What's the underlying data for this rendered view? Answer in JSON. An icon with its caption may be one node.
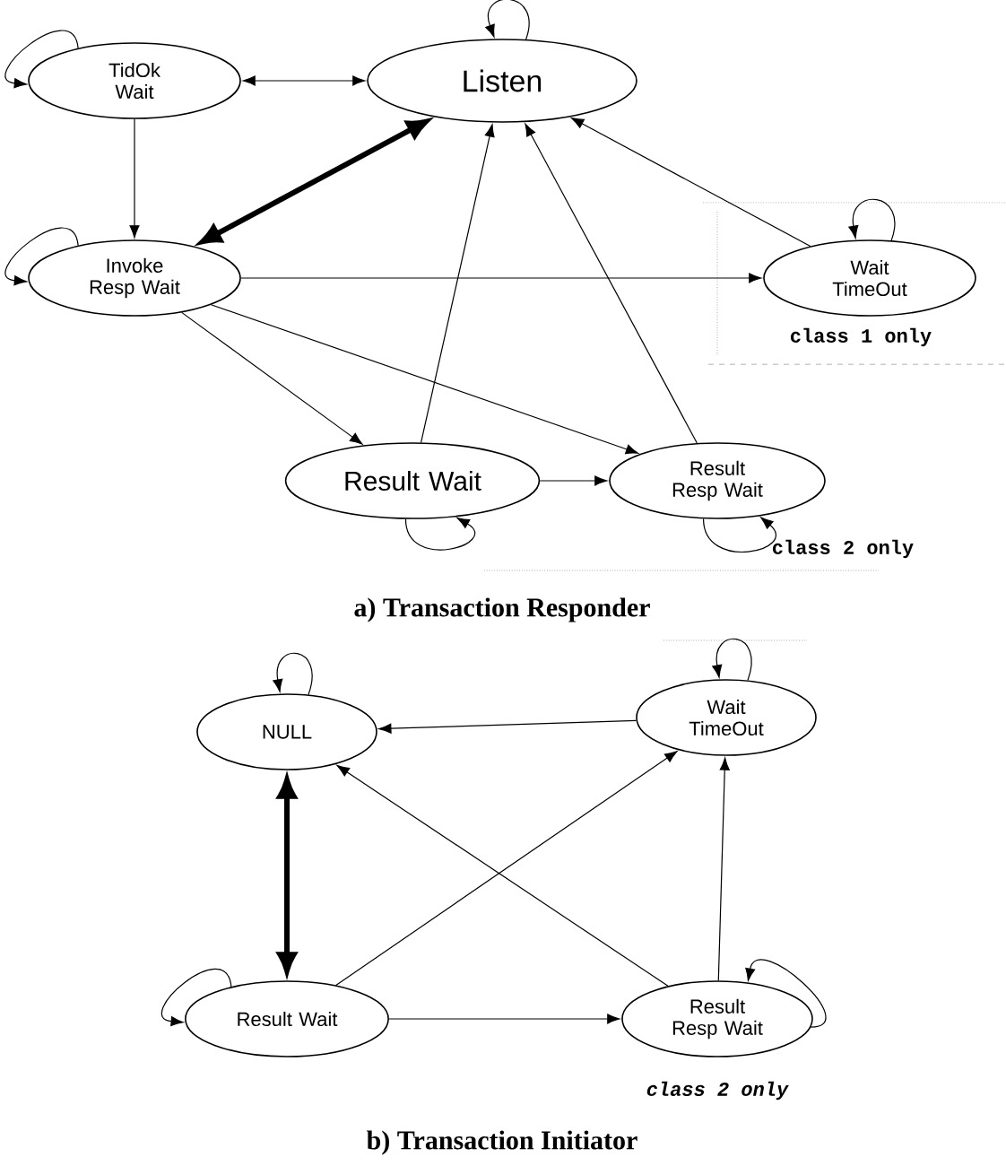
{
  "diagram": {
    "nodes": [
      {
        "text": [
          "TidOk Wait"
        ]
      },
      {
        "text": [
          "Listen"
        ]
      },
      {
        "text": [
          "Invoke Resp Wait"
        ]
      },
      {
        "text": [
          "Wait TimeOut"
        ]
      },
      {
        "text": [
          "Result Wait"
        ]
      },
      {
        "text": [
          "Result Resp Wait"
        ]
      },
      {
        "text": [
          "NULL"
        ]
      },
      {
        "text": [
          "Wait TimeOut"
        ]
      },
      {
        "text": [
          "Result Wait"
        ]
      },
      {
        "text": [
          "Result Resp Wait"
        ]
      }
    ],
    "edges": [
      {
        "from": 0,
        "to": 0,
        "arrow": "to"
      },
      {
        "from": 1,
        "to": 1,
        "arrow": "to"
      },
      {
        "from": 2,
        "to": 2,
        "arrow": "to"
      },
      {
        "from": 3,
        "to": 3,
        "arrow": "to"
      },
      {
        "from": 4,
        "to": 4,
        "arrow": "to"
      },
      {
        "from": 5,
        "to": 5,
        "arrow": "to"
      },
      {
        "from": 0,
        "to": 1,
        "arrow": "both"
      },
      {
        "from": 0,
        "to": 2,
        "arrow": "to"
      },
      {
        "from": 1,
        "to": 2,
        "arrow": "both",
        "style": "thick"
      },
      {
        "from": 2,
        "to": 3,
        "arrow": "to"
      },
      {
        "from": 2,
        "to": 4,
        "arrow": "to"
      },
      {
        "from": 2,
        "to": 5,
        "arrow": "to"
      },
      {
        "from": 4,
        "to": 1,
        "arrow": "to"
      },
      {
        "from": 5,
        "to": 1,
        "arrow": "to"
      },
      {
        "from": 3,
        "to": 1,
        "arrow": "to"
      },
      {
        "from": 4,
        "to": 5,
        "arrow": "to"
      },
      {
        "from": 6,
        "to": 6,
        "arrow": "to"
      },
      {
        "from": 7,
        "to": 7,
        "arrow": "to"
      },
      {
        "from": 8,
        "to": 8,
        "arrow": "to"
      },
      {
        "from": 9,
        "to": 9,
        "arrow": "to"
      },
      {
        "from": 7,
        "to": 6,
        "arrow": "to"
      },
      {
        "from": 6,
        "to": 8,
        "arrow": "both",
        "style": "thick"
      },
      {
        "from": 8,
        "to": 7,
        "arrow": "to"
      },
      {
        "from": 9,
        "to": 6,
        "arrow": "to"
      },
      {
        "from": 8,
        "to": 9,
        "arrow": "to"
      },
      {
        "from": 9,
        "to": 7,
        "arrow": "to"
      }
    ],
    "labels": [
      "class 1 only",
      "class 2 only",
      "a) Transaction Responder",
      "class 2 only",
      "b) Transaction Initiator"
    ]
  }
}
